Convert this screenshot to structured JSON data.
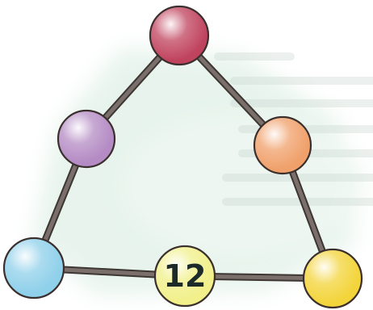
{
  "diagram": {
    "nodes": [
      {
        "id": "top",
        "color": "#c0435e",
        "label": ""
      },
      {
        "id": "upper-left",
        "color": "#b48bc4",
        "label": ""
      },
      {
        "id": "upper-right",
        "color": "#f0a06a",
        "label": ""
      },
      {
        "id": "bottom-left",
        "color": "#8fd0ea",
        "label": ""
      },
      {
        "id": "bottom-middle",
        "color": "#f1f08a",
        "label": "12"
      },
      {
        "id": "bottom-right",
        "color": "#f3d43a",
        "label": ""
      }
    ],
    "edges": [
      [
        "top",
        "upper-left"
      ],
      [
        "upper-left",
        "bottom-left"
      ],
      [
        "bottom-left",
        "bottom-middle"
      ],
      [
        "bottom-middle",
        "bottom-right"
      ],
      [
        "bottom-right",
        "upper-right"
      ],
      [
        "upper-right",
        "top"
      ]
    ],
    "stick_color": "#7a6f6a",
    "background_tint": "#dff0e6",
    "label_color": "#1c2b2a"
  }
}
